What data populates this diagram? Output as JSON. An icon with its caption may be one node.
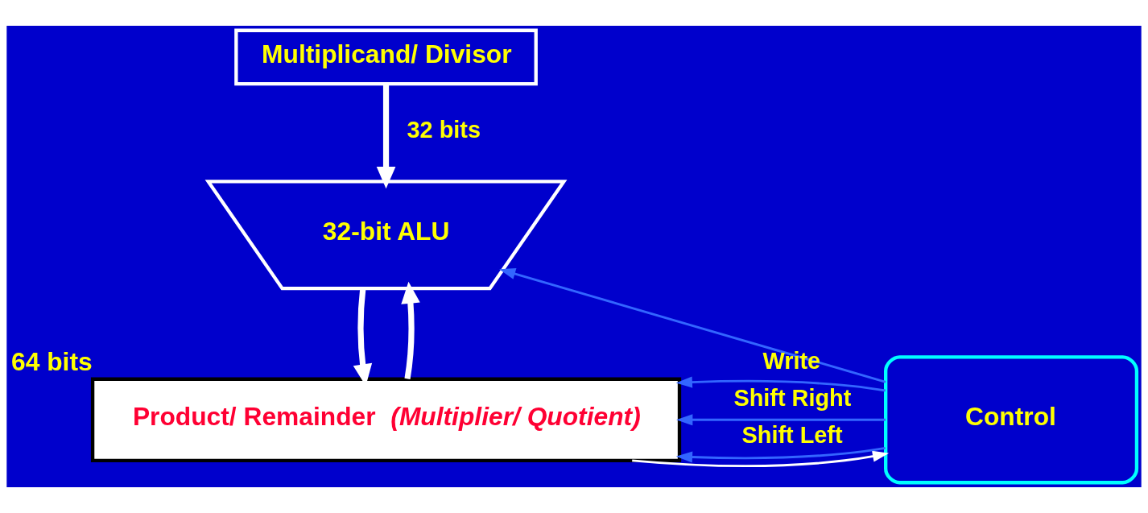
{
  "diagram": {
    "nodes": [
      {
        "text": [
          "Multiplicand/ Divisor"
        ]
      },
      {
        "text": [
          "32-bit ALU"
        ]
      },
      {
        "text": [
          "Product/ Remainder",
          "(Multiplier/ Quotient)"
        ],
        "beside": [
          "64 bits"
        ]
      },
      {
        "text": [
          "Control"
        ]
      }
    ],
    "edges": [
      {
        "from": 0,
        "to": 1,
        "arrow": "to",
        "label": "32 bits",
        "style": "thick"
      },
      {
        "from": 2,
        "to": 1,
        "arrow": "to",
        "style": "thick"
      },
      {
        "from": 1,
        "to": 2,
        "arrow": "to",
        "style": "thick"
      },
      {
        "from": 3,
        "to": 1,
        "arrow": "to",
        "color": "#3366ff"
      },
      {
        "from": 3,
        "to": 2,
        "arrow": "to",
        "label": "Shift Right",
        "color": "#3366ff"
      },
      {
        "from": 3,
        "to": 2,
        "arrow": "to",
        "label": "Shift Left",
        "color": "#3366ff"
      },
      {
        "from": 3,
        "to": 2,
        "arrow": "to",
        "label": "Write",
        "color": "#3366ff"
      },
      {
        "from": 2,
        "to": 3,
        "arrow": "to"
      }
    ]
  }
}
